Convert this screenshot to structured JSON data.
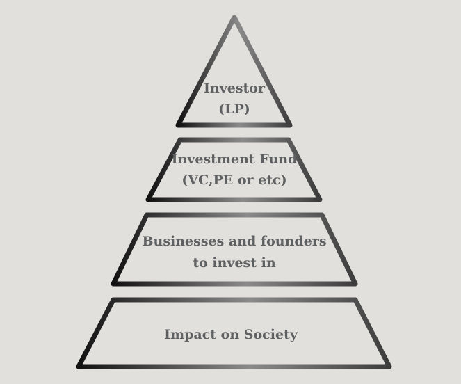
{
  "diagram": {
    "type": "pyramid",
    "colors": {
      "background": "#e2e0dd",
      "outline_dark": "#111111",
      "outline_light": "#8a8a8a",
      "text": "#5f6062"
    },
    "tiers": [
      {
        "lines": [
          "Investor",
          "(LP)"
        ]
      },
      {
        "lines": [
          "Investment Fund",
          "(VC,PE or etc)"
        ]
      },
      {
        "lines": [
          "Businesses and founders",
          "to invest in"
        ]
      },
      {
        "lines": [
          "Impact on Society"
        ]
      }
    ]
  }
}
